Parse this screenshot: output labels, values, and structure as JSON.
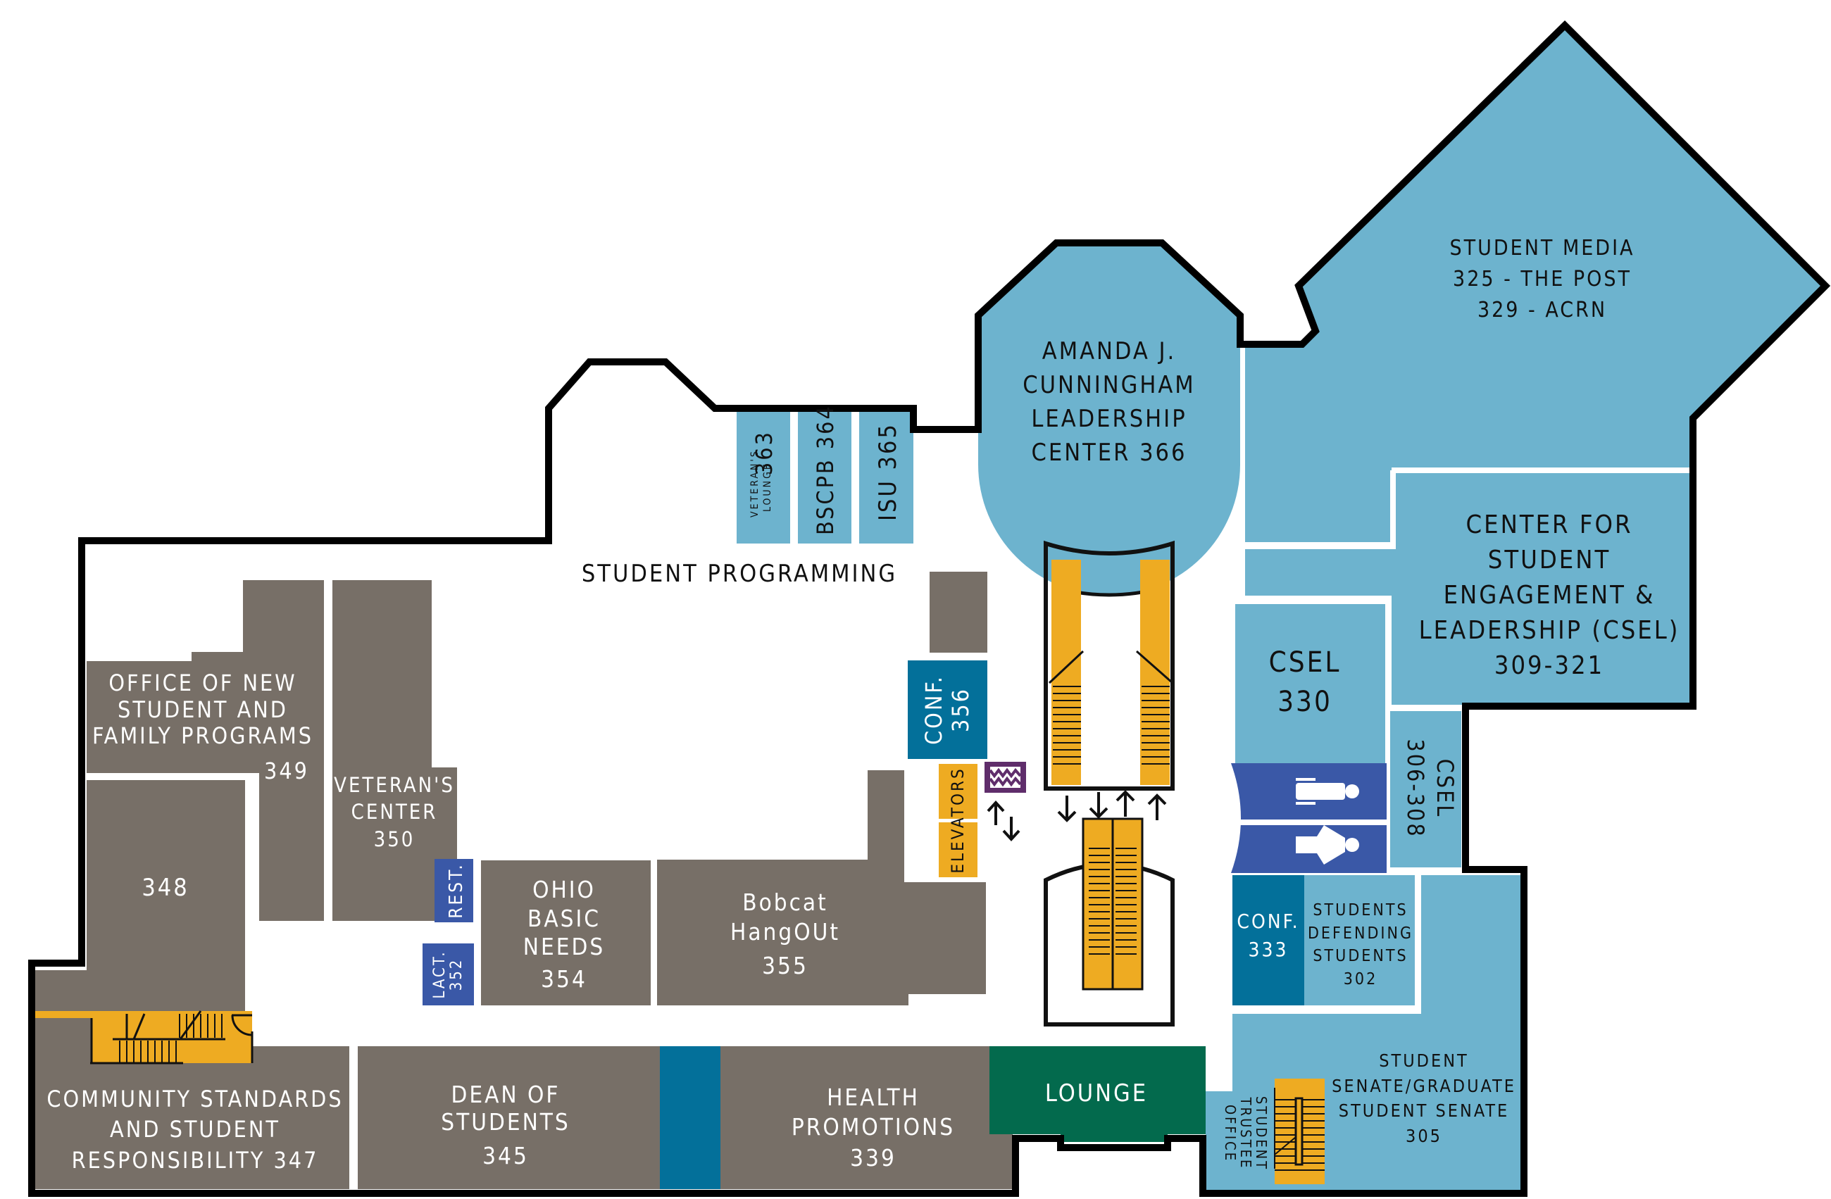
{
  "map": {
    "title": "Floor Plan - Third Floor",
    "colors": {
      "outline": "#000000",
      "office_gray": "#776f67",
      "light_blue": "#6db3ce",
      "teal": "#03709a",
      "restroom_blue": "#3a58a7",
      "lounge_green": "#036a4d",
      "stairs_gold": "#eeab22",
      "vending_purple": "#5f2d6b",
      "background": "#ffffff"
    },
    "areas": {
      "student_programming": "STUDENT PROGRAMMING"
    },
    "rooms": {
      "r363": {
        "lines": [
          "363"
        ],
        "sub": [
          "VETERAN'S",
          "LOUNGE"
        ]
      },
      "r364": {
        "lines": [
          "BSCPB 364"
        ]
      },
      "r365": {
        "lines": [
          "ISU 365"
        ]
      },
      "r366": {
        "lines": [
          "AMANDA J.",
          "CUNNINGHAM",
          "LEADERSHIP",
          "CENTER 366"
        ]
      },
      "media": {
        "lines": [
          "STUDENT MEDIA",
          "325 - THE POST",
          "329 - ACRN"
        ]
      },
      "csel_main": {
        "lines": [
          "CENTER FOR",
          "STUDENT",
          "ENGAGEMENT &",
          "LEADERSHIP (CSEL)",
          "309-321"
        ]
      },
      "csel330": {
        "lines": [
          "CSEL",
          "330"
        ]
      },
      "csel306": {
        "lines": [
          "CSEL",
          "306-308"
        ]
      },
      "conf333": {
        "lines": [
          "CONF.",
          "333"
        ]
      },
      "sds302": {
        "lines": [
          "STUDENTS",
          "DEFENDING",
          "STUDENTS",
          "302"
        ]
      },
      "senate305": {
        "lines": [
          "STUDENT",
          "SENATE/GRADUATE",
          "STUDENT SENATE",
          "305"
        ]
      },
      "trustee": {
        "lines": [
          "STUDENT",
          "TRUSTEE",
          "OFFICE"
        ]
      },
      "lounge": {
        "lines": [
          "LOUNGE"
        ]
      },
      "health339": {
        "lines": [
          "HEALTH",
          "PROMOTIONS",
          "339"
        ]
      },
      "dean345": {
        "lines": [
          "DEAN OF",
          "STUDENTS",
          "345"
        ]
      },
      "community347": {
        "lines": [
          "COMMUNITY STANDARDS",
          "AND STUDENT",
          "RESPONSIBILITY 347"
        ]
      },
      "r348": {
        "lines": [
          "348"
        ]
      },
      "r349": {
        "lines": [
          "OFFICE OF NEW",
          "STUDENT AND",
          "FAMILY PROGRAMS",
          "349"
        ]
      },
      "r350": {
        "lines": [
          "VETERAN'S",
          "CENTER",
          "350"
        ]
      },
      "rest": {
        "lines": [
          "REST."
        ]
      },
      "lact352": {
        "lines": [
          "LACT.",
          "352"
        ]
      },
      "ohio354": {
        "lines": [
          "OHIO",
          "BASIC",
          "NEEDS",
          "354"
        ]
      },
      "bobcat355": {
        "lines": [
          "Bobcat",
          "HangOUt",
          "355"
        ]
      },
      "conf356": {
        "lines": [
          "CONF.",
          "356"
        ]
      },
      "elevators": {
        "lines": [
          "ELEVATORS"
        ]
      }
    },
    "icons": {
      "mens_restroom": "mens-restroom-icon",
      "womens_restroom": "womens-restroom-icon",
      "vending": "vending-icon",
      "elevator_arrows": "up-down-arrows-icon",
      "escalators": "escalator-icon",
      "stairs": "stairs-icon"
    }
  }
}
